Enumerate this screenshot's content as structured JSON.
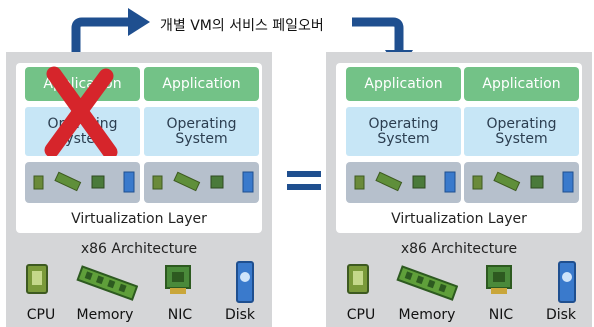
{
  "title": "개별 VM의 서비스 페일오버",
  "colors": {
    "host_bg": "#d5d6d8",
    "app": "#73c287",
    "os": "#c7e6f6",
    "hw_virtual": "#b6c0cc",
    "arrow": "#1f4f8f",
    "x_mark": "#d6252b"
  },
  "left_host": {
    "vm1": {
      "app": "Application",
      "os_line1": "Operating",
      "os_line2": "System",
      "failed": true
    },
    "vm2": {
      "app": "Application",
      "os_line1": "Operating",
      "os_line2": "System"
    },
    "virtualization_layer": "Virtualization Layer",
    "architecture": "x86 Architecture",
    "hardware": [
      "CPU",
      "Memory",
      "NIC",
      "Disk"
    ]
  },
  "right_host": {
    "vm1": {
      "app": "Application",
      "os_line1": "Operating",
      "os_line2": "System"
    },
    "vm2": {
      "app": "Application",
      "os_line1": "Operating",
      "os_line2": "System"
    },
    "virtualization_layer": "Virtualization Layer",
    "architecture": "x86 Architecture",
    "hardware": [
      "CPU",
      "Memory",
      "NIC",
      "Disk"
    ]
  },
  "icons": [
    "x-mark-icon",
    "failover-arrow-icon",
    "equals-icon",
    "cpu-icon",
    "memory-icon",
    "nic-icon",
    "disk-icon"
  ]
}
